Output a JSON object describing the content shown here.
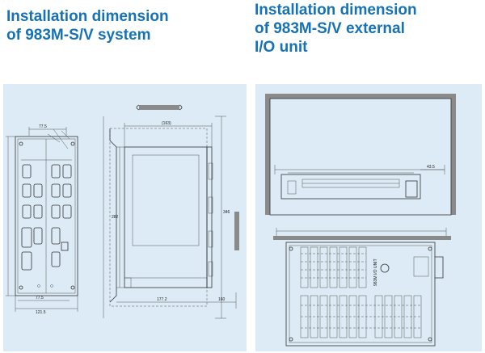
{
  "left_heading": {
    "line1": "Installation dimension",
    "line2": "of 983M-S/V system"
  },
  "right_heading": {
    "line1": "Installation dimension",
    "line2": "of 983M-S/V external",
    "line3": "I/O unit"
  },
  "system_drawing": {
    "dims": {
      "top_left": "77.5",
      "top_middle": "(163)",
      "height": "346",
      "inner_height": "282",
      "bottom_left": "77.5",
      "bottom_total": "121.5",
      "bottom_middle": "177.2",
      "bottom_right": "160"
    }
  },
  "io_drawing": {
    "dims": {
      "top_right": "43.5"
    },
    "labels": {
      "unit": "983M I/O UNIT"
    }
  },
  "colors": {
    "heading": "#1672b5",
    "panel": "#dcebf5",
    "line": "#333333"
  }
}
